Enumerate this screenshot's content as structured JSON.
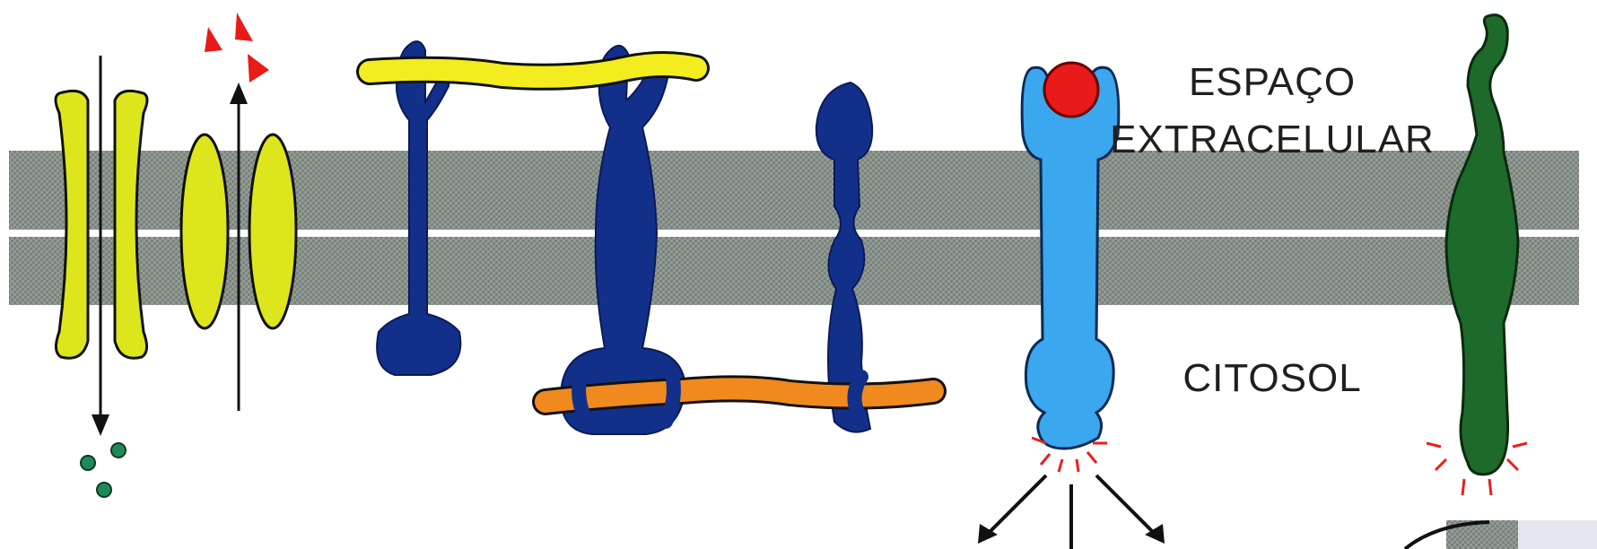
{
  "labels": {
    "extracellular_line1": "ESPAÇO",
    "extracellular_line2": "EXTRACELULAR",
    "cytosol": "CITOSOL"
  },
  "colors": {
    "membrane": "#8a938c",
    "channel_yellow": "#dde61c",
    "anchor_navy": "#12308a",
    "receptor_blue": "#3aa7ee",
    "ligand_red": "#e81a1a",
    "enzyme_green": "#1e6a2a",
    "fiber_yellow": "#f3ec1e",
    "fiber_orange": "#f08a1e",
    "ion_green": "#1e8a5a",
    "signal_red": "#e8201a"
  }
}
